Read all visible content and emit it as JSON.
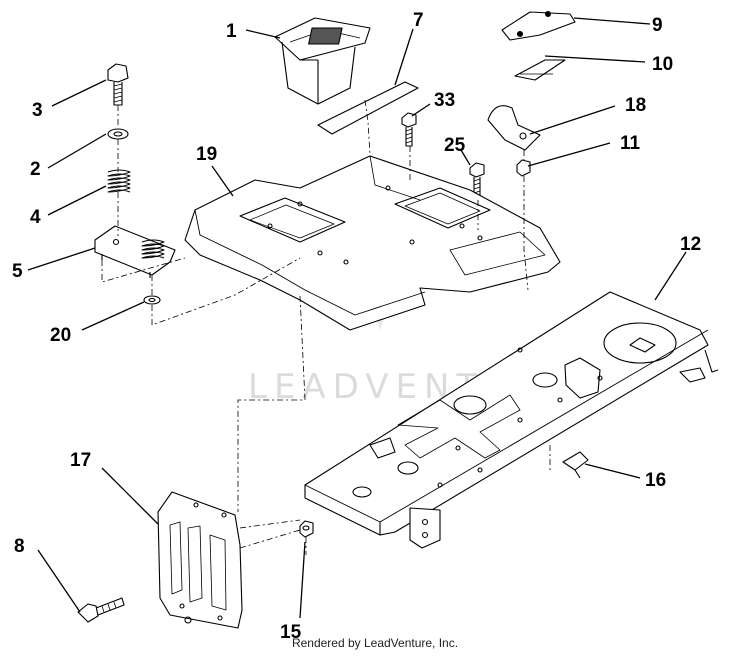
{
  "diagram": {
    "watermark": "LEADVENTURE",
    "footer": "Rendered by LeadVenture, Inc.",
    "callouts": {
      "p1": "1",
      "p7": "7",
      "p9": "9",
      "p10": "10",
      "p3": "3",
      "p33": "33",
      "p18": "18",
      "p2": "2",
      "p11": "11",
      "p25": "25",
      "p19": "19",
      "p4": "4",
      "p12": "12",
      "p5": "5",
      "p20": "20",
      "p17": "17",
      "p16": "16",
      "p8": "8",
      "p15": "15"
    }
  }
}
